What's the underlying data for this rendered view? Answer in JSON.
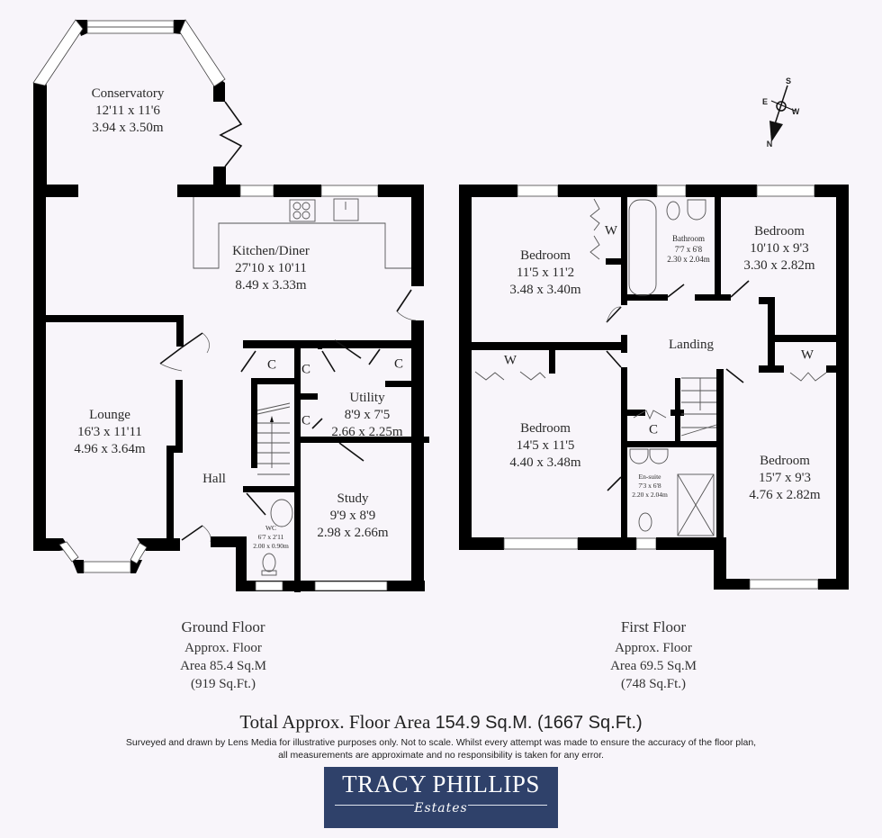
{
  "ground_floor": {
    "rooms": [
      {
        "name": "Conservatory",
        "imperial": "12'11 x 11'6",
        "metric": "3.94 x 3.50m"
      },
      {
        "name": "Kitchen/Diner",
        "imperial": "27'10 x 10'11",
        "metric": "8.49 x 3.33m"
      },
      {
        "name": "Lounge",
        "imperial": "16'3 x 11'11",
        "metric": "4.96 x 3.64m"
      },
      {
        "name": "Utility",
        "imperial": "8'9 x 7'5",
        "metric": "2.66 x 2.25m"
      },
      {
        "name": "Study",
        "imperial": "9'9 x 8'9",
        "metric": "2.98 x 2.66m"
      },
      {
        "name": "Hall"
      },
      {
        "name": "WC",
        "imperial": "6'7 x 2'11",
        "metric": "2.00 x 0.90m"
      }
    ],
    "cupboards": [
      "C",
      "C",
      "C",
      "C"
    ],
    "summary": {
      "title": "Ground Floor",
      "line1": "Approx. Floor",
      "line2": "Area 85.4 Sq.M",
      "line3": "(919 Sq.Ft.)"
    }
  },
  "first_floor": {
    "rooms": [
      {
        "name": "Bedroom",
        "imperial": "11'5 x 11'2",
        "metric": "3.48 x 3.40m"
      },
      {
        "name": "Bathroom",
        "imperial": "7'7 x 6'8",
        "metric": "2.30 x 2.04m"
      },
      {
        "name": "Bedroom",
        "imperial": "10'10 x 9'3",
        "metric": "3.30 x 2.82m"
      },
      {
        "name": "Landing"
      },
      {
        "name": "Bedroom",
        "imperial": "14'5 x 11'5",
        "metric": "4.40 x 3.48m"
      },
      {
        "name": "En-suite",
        "imperial": "7'3 x 6'8",
        "metric": "2.20 x 2.04m"
      },
      {
        "name": "Bedroom",
        "imperial": "15'7 x 9'3",
        "metric": "4.76 x 2.82m"
      }
    ],
    "wardrobes": [
      "W",
      "W",
      "W"
    ],
    "cupboards": [
      "C"
    ],
    "summary": {
      "title": "First Floor",
      "line1": "Approx. Floor",
      "line2": "Area 69.5 Sq.M",
      "line3": "(748 Sq.Ft.)"
    }
  },
  "compass": {
    "n": "N",
    "s": "S",
    "e": "E",
    "w": "W"
  },
  "total": {
    "prefix": "Total Approx. Floor Area",
    "value": "154.9 Sq.M. (1667 Sq.Ft.)"
  },
  "disclaimer": {
    "line1": "Surveyed and drawn by Lens Media for illustrative purposes only. Not to scale. Whilst every attempt was made to ensure the accuracy of the floor plan,",
    "line2": "all measurements are approximate and no responsibility is taken for any error."
  },
  "brand": {
    "name": "TRACY PHILLIPS",
    "sub": "Estates",
    "bg_color": "#2f416a"
  }
}
